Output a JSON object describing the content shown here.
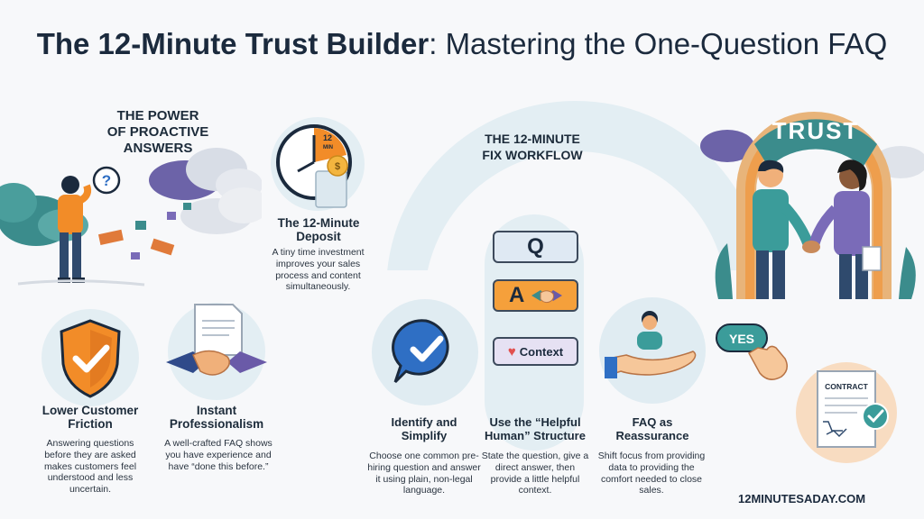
{
  "title": {
    "bold": "The 12-Minute Trust Builder",
    "rest": ": Mastering the One-Question FAQ"
  },
  "power": {
    "heading_line1": "THE POWER",
    "heading_line2": "OF PROACTIVE",
    "heading_line3": "ANSWERS"
  },
  "deposit": {
    "clock_label_line1": "12",
    "clock_label_line2": "MIN",
    "heading_line1": "The 12-Minute",
    "heading_line2": "Deposit",
    "body": "A tiny time investment improves your sales process and content simultaneously."
  },
  "friction": {
    "heading_line1": "Lower Customer",
    "heading_line2": "Friction",
    "body": "Answering questions before they are asked makes customers feel understood and less uncertain."
  },
  "professionalism": {
    "heading_line1": "Instant",
    "heading_line2": "Professionalism",
    "body": "A well-crafted FAQ shows you have experience and have “done this before.”"
  },
  "workflow": {
    "heading_line1": "THE 12-MINUTE",
    "heading_line2": "FIX WORKFLOW",
    "q_label": "Q",
    "a_label": "A",
    "context_label": "Context",
    "steps": [
      {
        "heading_line1": "Identify and",
        "heading_line2": "Simplify",
        "body": "Choose one common pre-hiring question and answer it using plain, non-legal language."
      },
      {
        "heading_line1": "Use the “Helpful",
        "heading_line2": "Human” Structure",
        "body": "State the question, give a direct answer, then provide a little helpful context."
      },
      {
        "heading_line1": "FAQ as",
        "heading_line2": "Reassurance",
        "body": "Shift focus from providing data to providing the comfort needed to close sales."
      }
    ]
  },
  "trust": {
    "arch_label": "TRUST",
    "yes_label": "YES",
    "contract_label": "CONTRACT"
  },
  "footer": {
    "url": "12MINUTESADAY.COM"
  },
  "colors": {
    "navy": "#1b2a3d",
    "orange": "#f28c28",
    "teal": "#3b8c8c",
    "purple": "#7a6bb8",
    "blue": "#2f6fc4",
    "arch_light": "#e3eef3"
  }
}
